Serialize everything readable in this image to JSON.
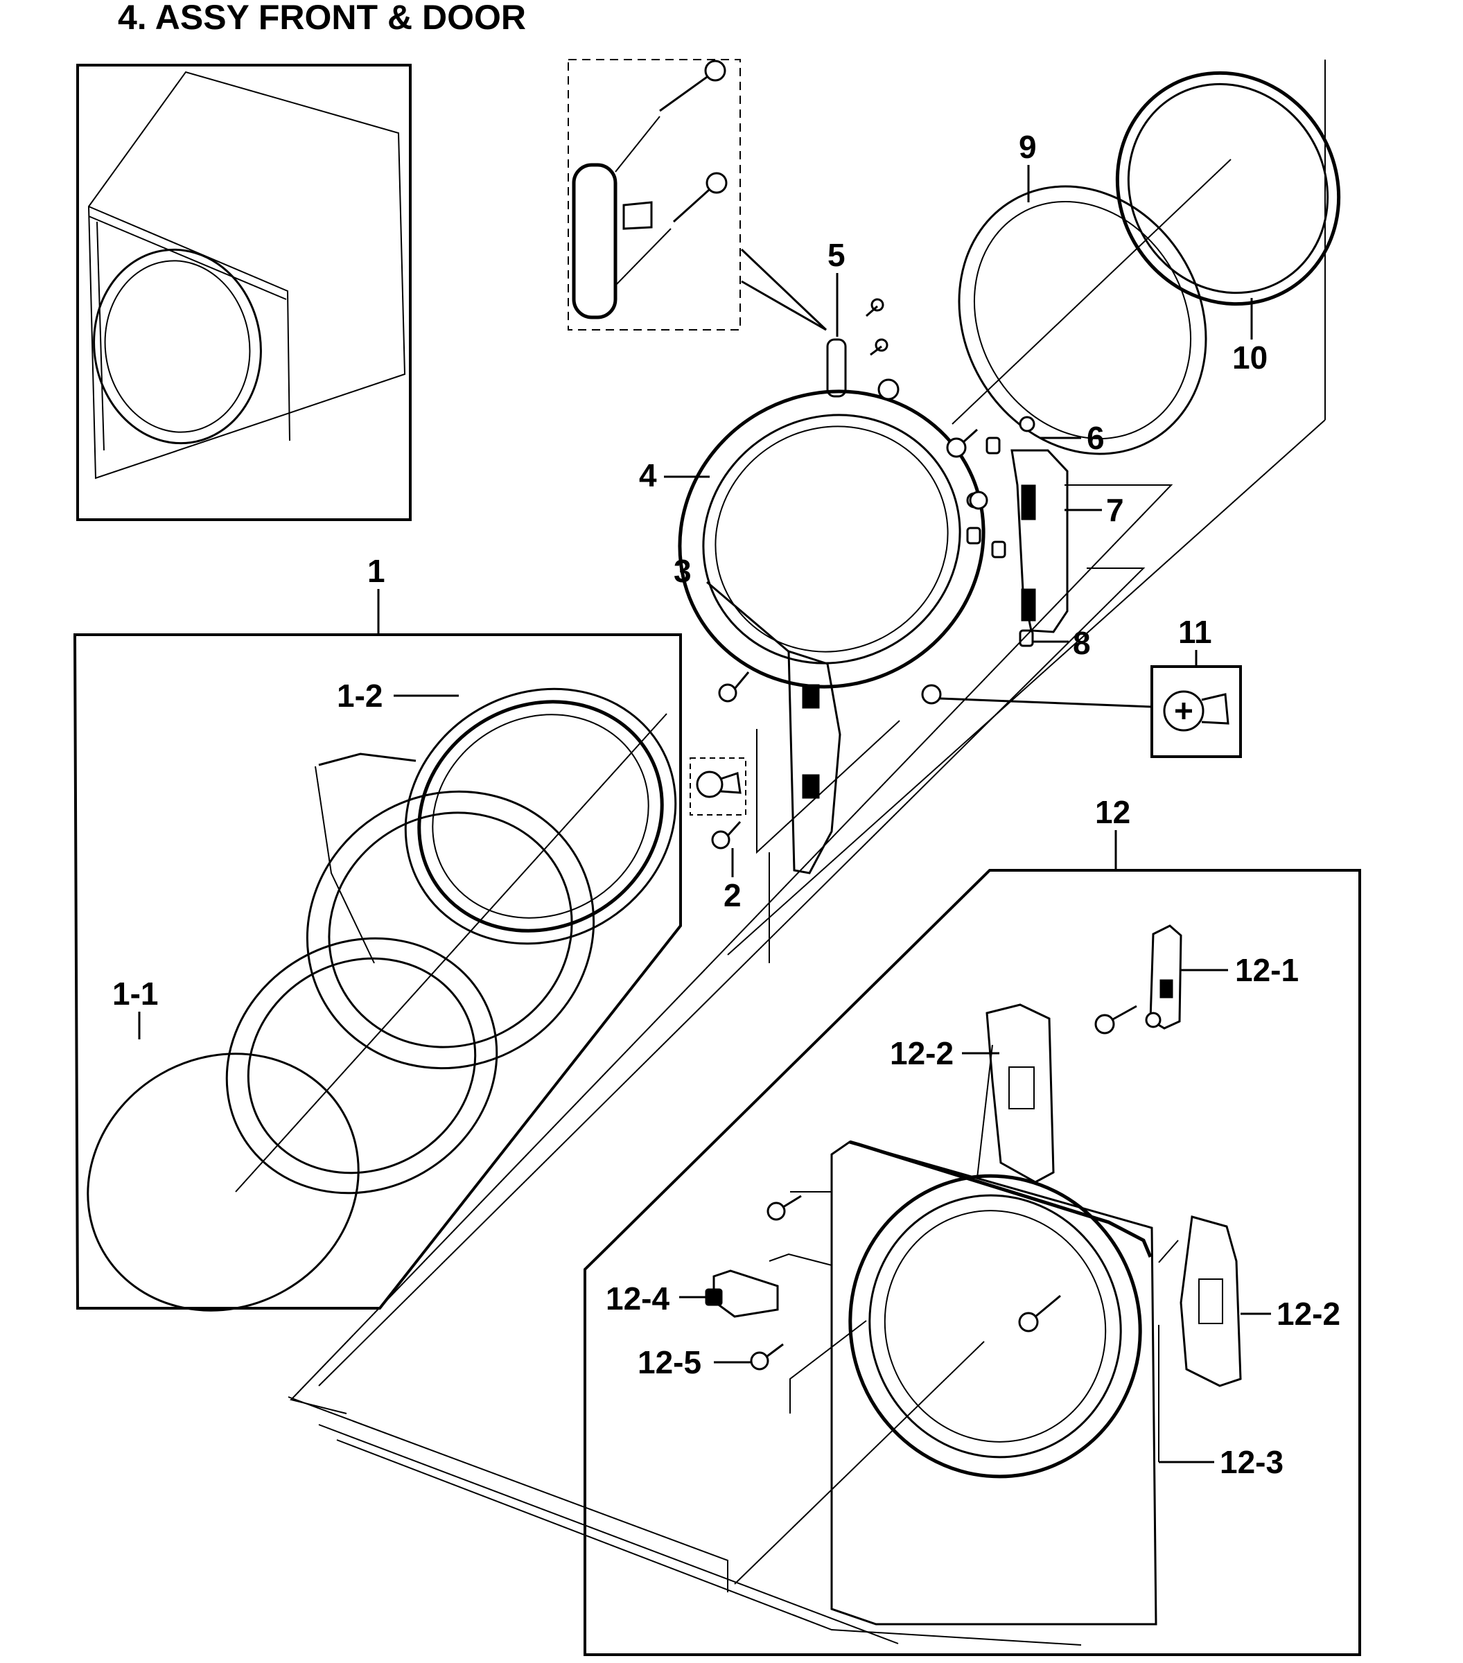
{
  "title": "4. ASSY FRONT & DOOR",
  "callouts": {
    "c1": "1",
    "c1_1": "1-1",
    "c1_2": "1-2",
    "c2": "2",
    "c3": "3",
    "c4": "4",
    "c5": "5",
    "c6": "6",
    "c7": "7",
    "c8": "8",
    "c9": "9",
    "c10": "10",
    "c11": "11",
    "c12": "12",
    "c12_1": "12-1",
    "c12_2a": "12-2",
    "c12_2b": "12-2",
    "c12_3": "12-3",
    "c12_4": "12-4",
    "c12_5": "12-5"
  },
  "colors": {
    "ink": "#000000",
    "paper": "#ffffff"
  }
}
